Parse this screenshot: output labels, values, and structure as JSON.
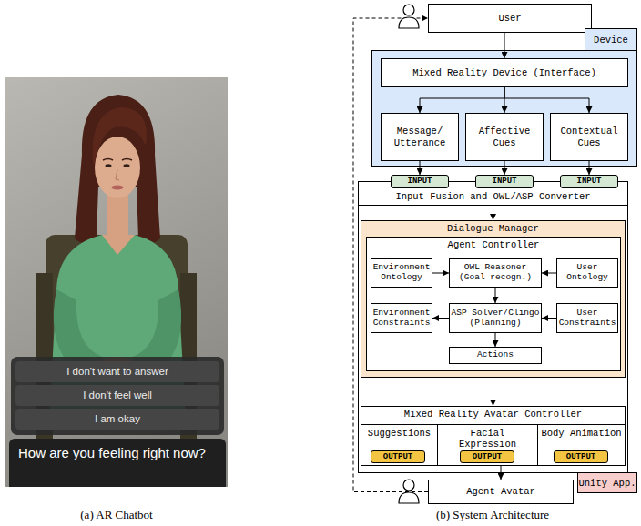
{
  "diagram": {
    "nodes": [
      {
        "text": [
          "I don't want to answer"
        ]
      },
      {
        "text": [
          "I don't feel well"
        ]
      },
      {
        "text": [
          "I am okay"
        ]
      },
      {
        "text": [
          "How are you feeling right now?"
        ]
      },
      {
        "text": [
          "User"
        ]
      },
      {
        "text": [
          "Device"
        ]
      },
      {
        "text": [
          "Mixed Reality Device (Interface)"
        ],
        "in": 5
      },
      {
        "text": [
          "Message/ Utterance"
        ],
        "in": 5
      },
      {
        "text": [
          "Affective Cues"
        ],
        "in": 5
      },
      {
        "text": [
          "Contextual Cues"
        ],
        "in": 5
      },
      {
        "text": [
          "Unity App."
        ]
      },
      {
        "text": [
          "INPUT"
        ],
        "in": 10
      },
      {
        "text": [
          "INPUT"
        ],
        "in": 10
      },
      {
        "text": [
          "INPUT"
        ],
        "in": 10
      },
      {
        "text": [
          "Input Fusion and OWL/ASP Converter"
        ],
        "in": 10
      },
      {
        "text": [
          "Dialogue Manager"
        ],
        "in": 10
      },
      {
        "text": [
          "Agent Controller"
        ],
        "in": 15
      },
      {
        "text": [
          "Environment Ontology"
        ],
        "in": 16
      },
      {
        "text": [
          "OWL Reasoner (Goal recogn.)"
        ],
        "in": 16
      },
      {
        "text": [
          "User Ontology"
        ],
        "in": 16
      },
      {
        "text": [
          "Environment Constraints"
        ],
        "in": 16
      },
      {
        "text": [
          "ASP Solver/Clingo (Planning)"
        ],
        "in": 16
      },
      {
        "text": [
          "User Constraints"
        ],
        "in": 16
      },
      {
        "text": [
          "Actions"
        ],
        "in": 16
      },
      {
        "text": [
          "Mixed Reality Avatar Controller"
        ],
        "in": 10
      },
      {
        "text": [
          "Suggestions"
        ],
        "in": 24
      },
      {
        "text": [
          "Facial Expression"
        ],
        "in": 24
      },
      {
        "text": [
          "Body Animation"
        ],
        "in": 24
      },
      {
        "text": [
          "OUTPUT"
        ],
        "in": 25
      },
      {
        "text": [
          "OUTPUT"
        ],
        "in": 26
      },
      {
        "text": [
          "OUTPUT"
        ],
        "in": 27
      },
      {
        "text": [
          "Agent Avatar"
        ]
      }
    ],
    "edges": [
      {
        "from": 4,
        "to": 6,
        "arrow": "to"
      },
      {
        "from": 6,
        "to": 7,
        "arrow": "to"
      },
      {
        "from": 6,
        "to": 8,
        "arrow": "to"
      },
      {
        "from": 6,
        "to": 9,
        "arrow": "to"
      },
      {
        "from": 7,
        "to": 11,
        "arrow": "to"
      },
      {
        "from": 8,
        "to": 12,
        "arrow": "to"
      },
      {
        "from": 9,
        "to": 13,
        "arrow": "to"
      },
      {
        "from": 14,
        "to": 15,
        "arrow": "to"
      },
      {
        "from": 17,
        "to": 18,
        "arrow": "to"
      },
      {
        "from": 19,
        "to": 18,
        "arrow": "to"
      },
      {
        "from": 21,
        "to": 20,
        "arrow": "to"
      },
      {
        "from": 22,
        "to": 21,
        "arrow": "to"
      },
      {
        "from": 18,
        "to": 21,
        "arrow": "to"
      },
      {
        "from": 21,
        "to": 23,
        "arrow": "to"
      },
      {
        "from": 15,
        "to": 24,
        "arrow": "to"
      },
      {
        "from": 24,
        "to": 31,
        "arrow": "to"
      },
      {
        "from": 31,
        "to": 4,
        "arrow": "to"
      }
    ],
    "labels": [
      "(a) AR Chatbot",
      "(b) System Architecture"
    ]
  }
}
